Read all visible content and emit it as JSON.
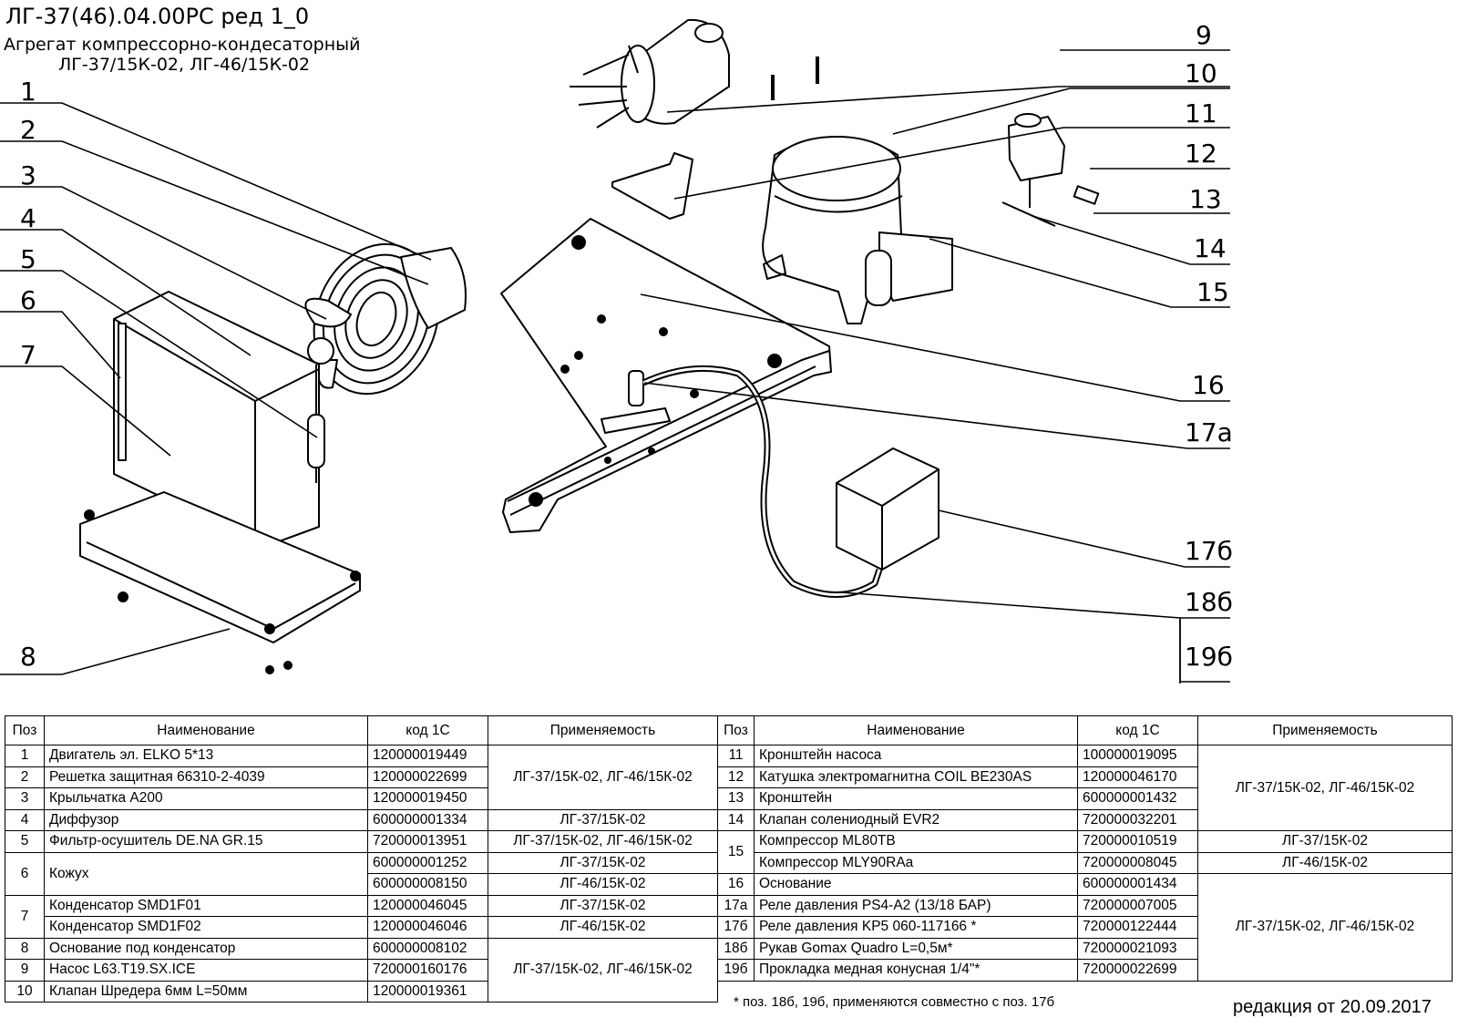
{
  "header": {
    "doc_code": "ЛГ-37(46).04.00РС ред 1_0",
    "assembly_title": "Агрегат компрессорно-кондесаторный",
    "models": "ЛГ-37/15К-02, ЛГ-46/15К-02"
  },
  "callouts": [
    "1",
    "2",
    "3",
    "4",
    "5",
    "6",
    "7",
    "8",
    "9",
    "10",
    "11",
    "12",
    "13",
    "14",
    "15",
    "16",
    "17а",
    "17б",
    "18б",
    "19б"
  ],
  "table": {
    "headers": [
      "Поз",
      "Наименование",
      "код 1С",
      "Применяемость",
      "Поз",
      "Наименование",
      "код 1С",
      "Применяемость"
    ],
    "left": [
      {
        "pos": "1",
        "name": "Двигатель эл. ELKO 5*13",
        "code": "120000019449"
      },
      {
        "pos": "2",
        "name": "Решетка защитная 66310-2-4039",
        "code": "120000022699"
      },
      {
        "pos": "3",
        "name": "Крыльчатка А200",
        "code": "120000019450"
      },
      {
        "pos": "4",
        "name": "Диффузор",
        "code": "600000001334"
      },
      {
        "pos": "5",
        "name": "Фильтр-осушитель DE.NA GR.15",
        "code": "720000013951"
      },
      {
        "pos": "6",
        "name": "Кожух",
        "code": "600000001252"
      },
      {
        "pos": "",
        "name": "",
        "code": "600000008150"
      },
      {
        "pos": "7",
        "name": "Конденсатор SMD1F01",
        "code": "120000046045"
      },
      {
        "pos": "",
        "name": "Конденсатор SMD1F02",
        "code": "120000046046"
      },
      {
        "pos": "8",
        "name": "Основание под конденсатор",
        "code": "600000008102"
      },
      {
        "pos": "9",
        "name": "Насос L63.T19.SX.ICE",
        "code": "720000160176"
      },
      {
        "pos": "10",
        "name": "Клапан Шредера 6мм L=50мм",
        "code": "120000019361"
      }
    ],
    "left_app": [
      "ЛГ-37/15К-02, ЛГ-46/15К-02",
      "ЛГ-37/15К-02",
      "ЛГ-37/15К-02, ЛГ-46/15К-02",
      "ЛГ-37/15К-02",
      "ЛГ-46/15К-02",
      "ЛГ-37/15К-02",
      "ЛГ-46/15К-02",
      "ЛГ-37/15К-02, ЛГ-46/15К-02"
    ],
    "right": [
      {
        "pos": "11",
        "name": "Кронштейн насоса",
        "code": "100000019095"
      },
      {
        "pos": "12",
        "name": "Катушка электромагнитна COIL BE230AS",
        "code": "120000046170"
      },
      {
        "pos": "13",
        "name": "Кронштейн",
        "code": "600000001432"
      },
      {
        "pos": "14",
        "name": "Клапан солениодный EVR2",
        "code": "720000032201"
      },
      {
        "pos": "15",
        "name": "Компрессор ML80TB",
        "code": "720000010519"
      },
      {
        "pos": "",
        "name": "Компрессор MLY90RAa",
        "code": "720000008045"
      },
      {
        "pos": "16",
        "name": "Основание",
        "code": "600000001434"
      },
      {
        "pos": "17а",
        "name": "Реле давления PS4-A2 (13/18 БАР)",
        "code": "720000007005"
      },
      {
        "pos": "17б",
        "name": "Реле давления KP5 060-117166 *",
        "code": "720000122444"
      },
      {
        "pos": "18б",
        "name": "Рукав Gomax Quadro L=0,5м*",
        "code": "720000021093"
      },
      {
        "pos": "19б",
        "name": "Прокладка медная конусная 1/4\"*",
        "code": "720000022699"
      }
    ],
    "right_app": [
      "ЛГ-37/15К-02, ЛГ-46/15К-02",
      "ЛГ-37/15К-02",
      "ЛГ-46/15К-02",
      "ЛГ-37/15К-02, ЛГ-46/15К-02"
    ]
  },
  "footnote": "* поз. 18б, 19б, применяются совместно с поз. 17б",
  "revision": "редакция от 20.09.2017"
}
